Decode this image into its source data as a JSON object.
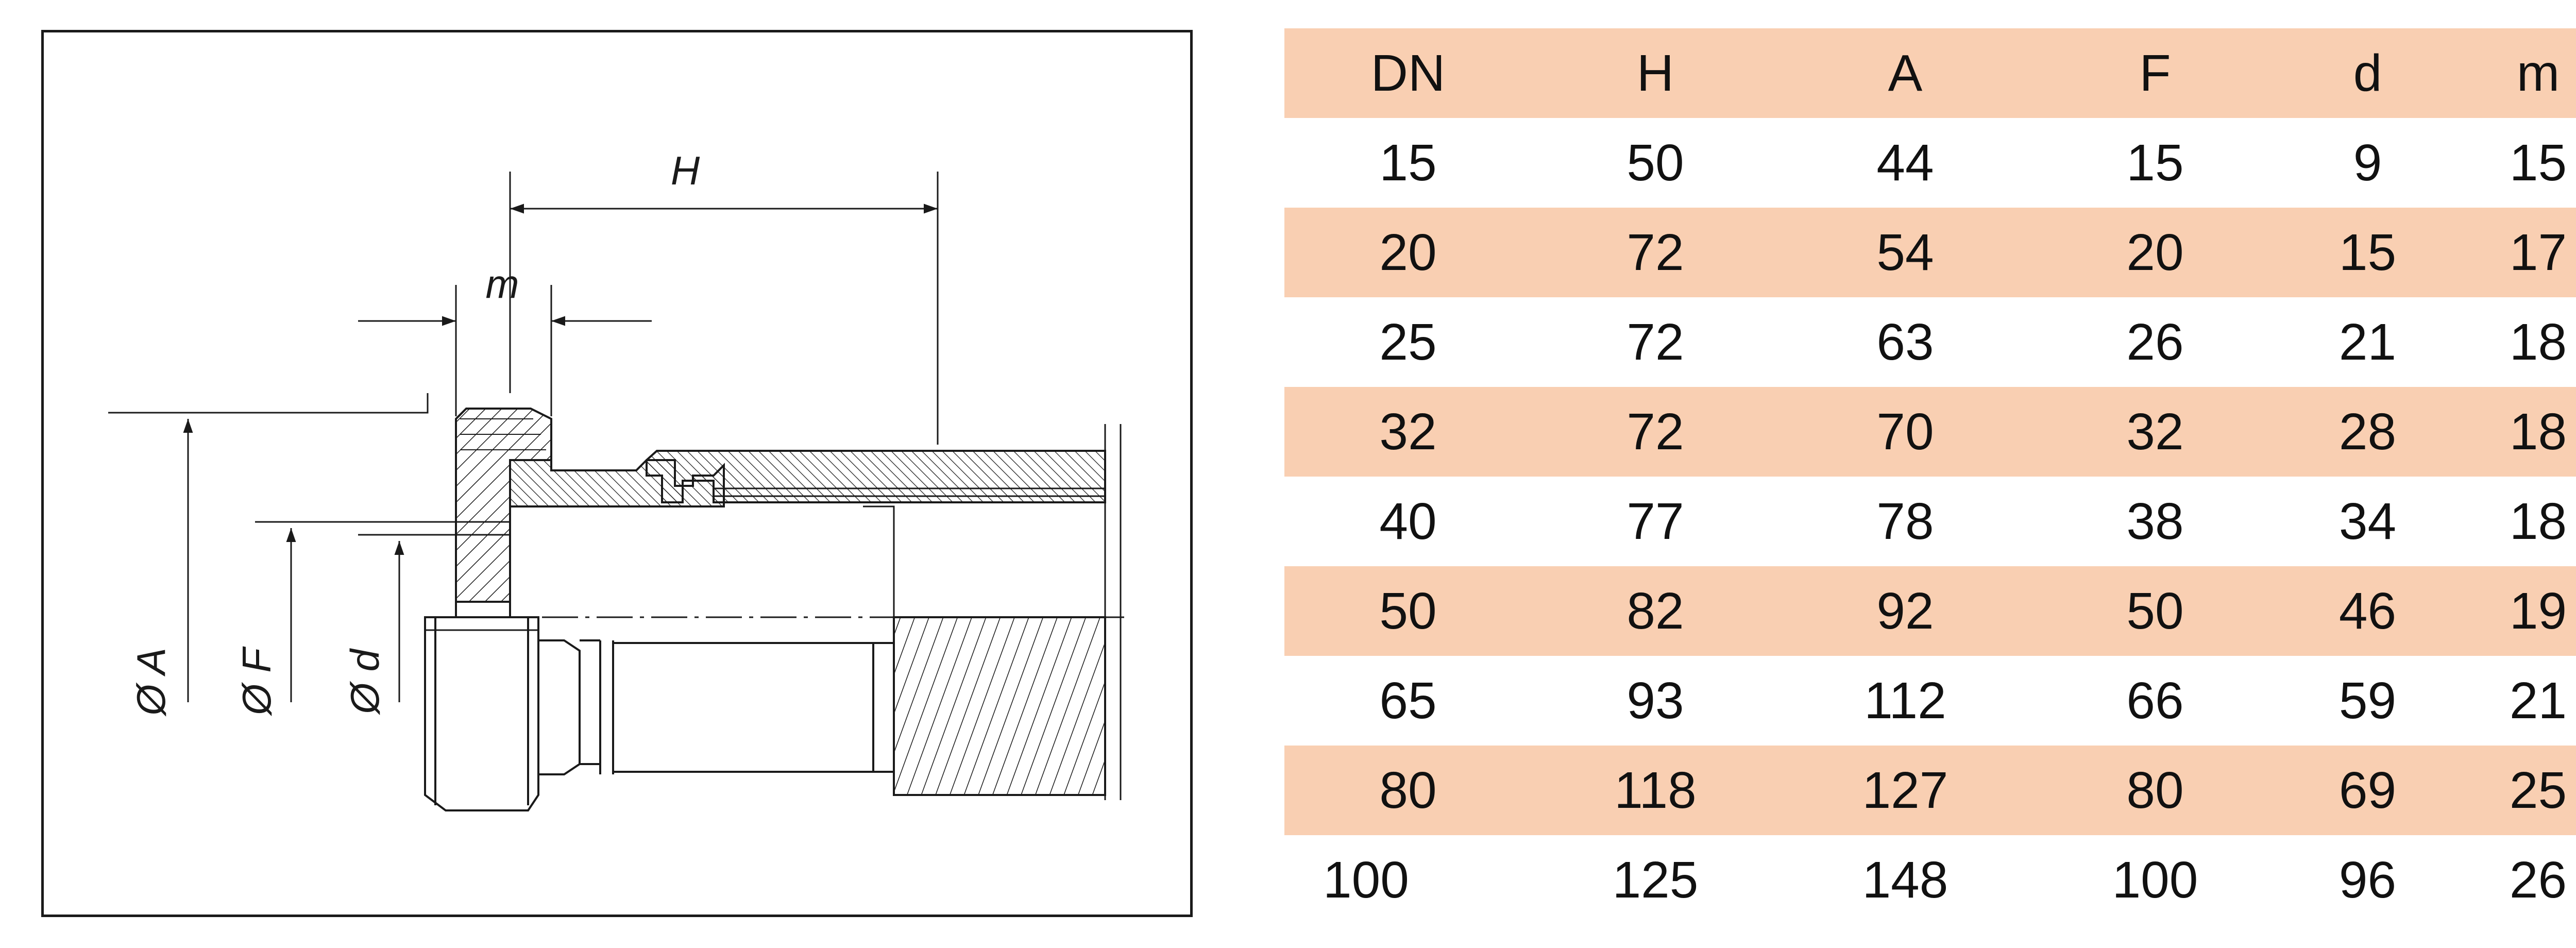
{
  "diagram": {
    "labels": {
      "H": "H",
      "m": "m",
      "A": "Ø A",
      "F": "Ø F",
      "d": "Ø d"
    }
  },
  "table": {
    "headers": [
      "DN",
      "H",
      "A",
      "F",
      "d",
      "m"
    ],
    "rows": [
      [
        "15",
        "50",
        "44",
        "15",
        "9",
        "15"
      ],
      [
        "20",
        "72",
        "54",
        "20",
        "15",
        "17"
      ],
      [
        "25",
        "72",
        "63",
        "26",
        "21",
        "18"
      ],
      [
        "32",
        "72",
        "70",
        "32",
        "28",
        "18"
      ],
      [
        "40",
        "77",
        "78",
        "38",
        "34",
        "18"
      ],
      [
        "50",
        "82",
        "92",
        "50",
        "46",
        "19"
      ],
      [
        "65",
        "93",
        "112",
        "66",
        "59",
        "21"
      ],
      [
        "80",
        "118",
        "127",
        "80",
        "69",
        "25"
      ],
      [
        "100",
        "125",
        "148",
        "100",
        "96",
        "26"
      ]
    ]
  },
  "colors": {
    "row_shade": "#f9cfb2",
    "ink": "#1a1a1a"
  }
}
